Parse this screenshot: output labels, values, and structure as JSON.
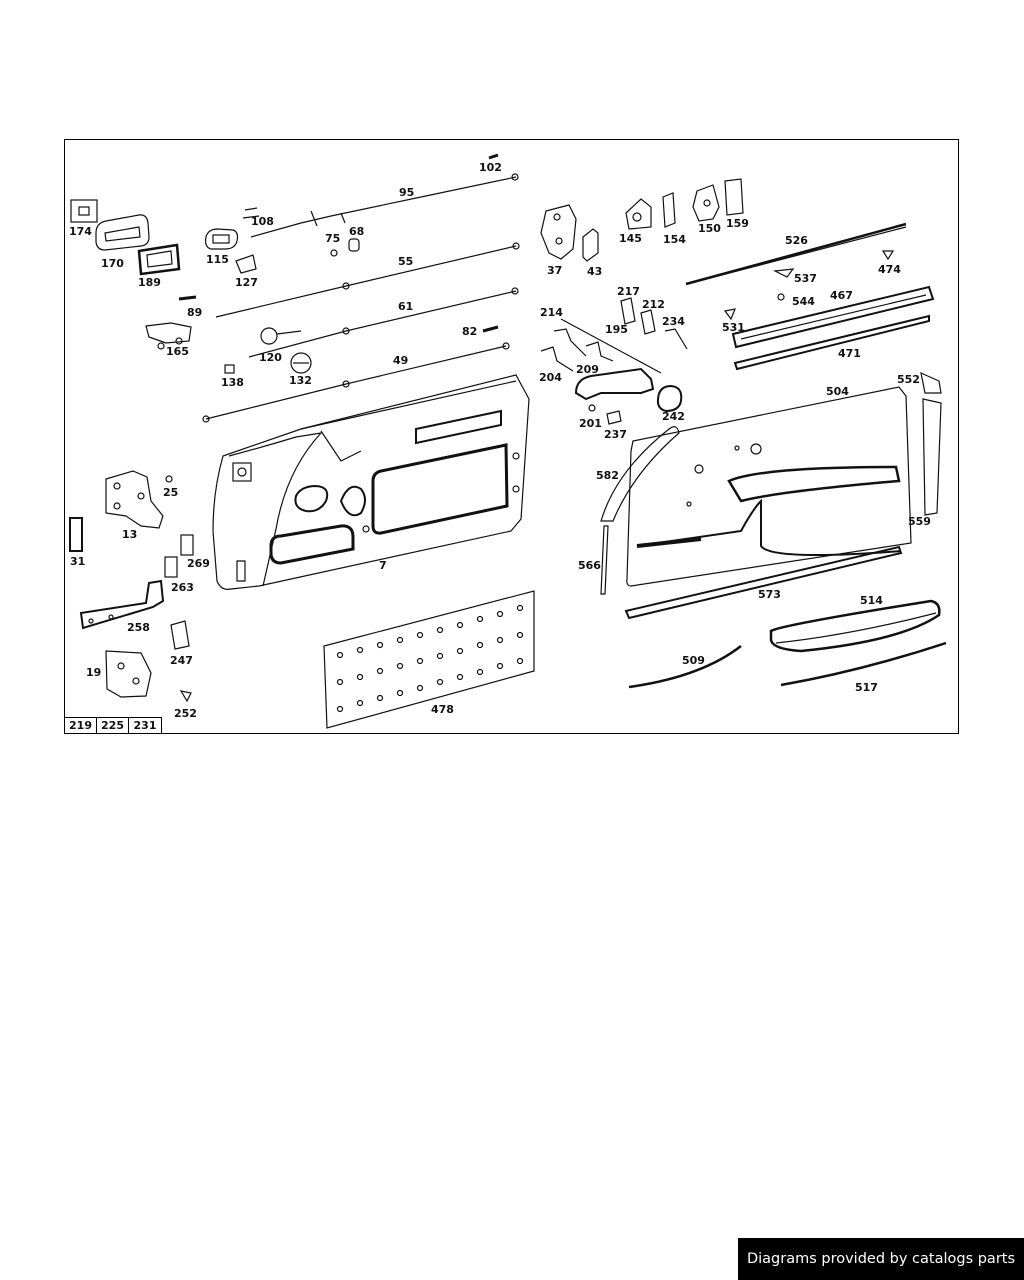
{
  "diagram": {
    "part_numbers": {
      "p102": "102",
      "p95": "95",
      "p174": "174",
      "p108": "108",
      "p170": "170",
      "p189": "189",
      "p115": "115",
      "p127": "127",
      "p75": "75",
      "p68": "68",
      "p55": "55",
      "p89": "89",
      "p61": "61",
      "p82": "82",
      "p165": "165",
      "p120": "120",
      "p138": "138",
      "p132": "132",
      "p49": "49",
      "p37": "37",
      "p43": "43",
      "p145": "145",
      "p154": "154",
      "p150": "150",
      "p159": "159",
      "p526": "526",
      "p474": "474",
      "p537": "537",
      "p544": "544",
      "p467": "467",
      "p217": "217",
      "p212": "212",
      "p214": "214",
      "p195": "195",
      "p234": "234",
      "p531": "531",
      "p471": "471",
      "p204": "204",
      "p209": "209",
      "p242": "242",
      "p201": "201",
      "p237": "237",
      "p504": "504",
      "p552": "552",
      "p25": "25",
      "p13": "13",
      "p582": "582",
      "p559": "559",
      "p31": "31",
      "p269": "269",
      "p7": "7",
      "p263": "263",
      "p566": "566",
      "p573": "573",
      "p258": "258",
      "p514": "514",
      "p247": "247",
      "p19": "19",
      "p509": "509",
      "p517": "517",
      "p252": "252",
      "p478": "478"
    },
    "references": [
      "219",
      "225",
      "231"
    ]
  },
  "footer": {
    "text": "Diagrams provided by catalogs parts"
  }
}
